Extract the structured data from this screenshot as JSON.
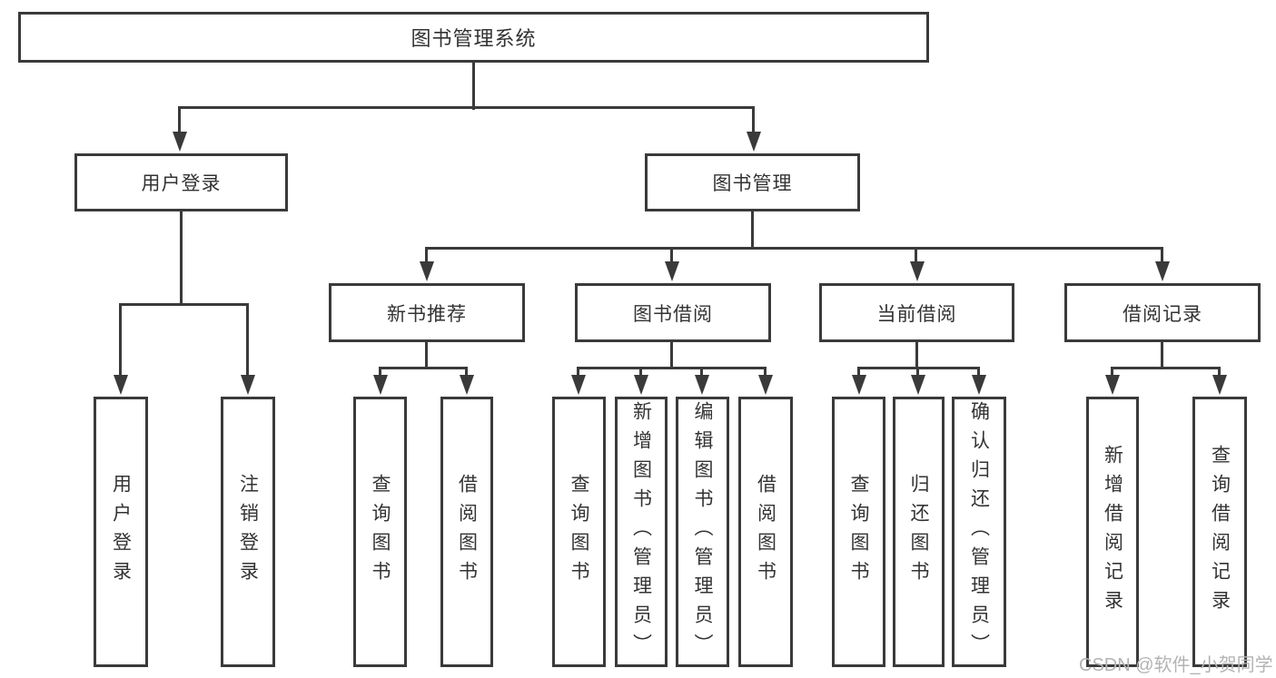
{
  "diagram": {
    "colors": {
      "line": "#3a3a3a",
      "text": "#333333",
      "watermark": "#b3b3b3",
      "background": "#ffffff"
    },
    "nodes": {
      "root": "图书管理系统",
      "user_login": "用户登录",
      "book_management": "图书管理",
      "new_book_recommend": "新书推荐",
      "book_borrow": "图书借阅",
      "current_borrow": "当前借阅",
      "borrow_records": "借阅记录",
      "leaf_user_login": "用户登录",
      "leaf_logout_login": "注销登录",
      "nb_query_books": "查询图书",
      "nb_borrow_books": "借阅图书",
      "bb_query_books": "查询图书",
      "bb_add_books_admin": "新增图书（管理员）",
      "bb_edit_books_admin": "编辑图书（管理员）",
      "bb_borrow_books": "借阅图书",
      "cb_query_books": "查询图书",
      "cb_return_books": "归还图书",
      "cb_confirm_return_admin": "确认归还（管理员）",
      "br_add_borrow_record": "新增借阅记录",
      "br_query_borrow_record": "查询借阅记录"
    },
    "watermark": "CSDN @软件_小贺同学"
  }
}
